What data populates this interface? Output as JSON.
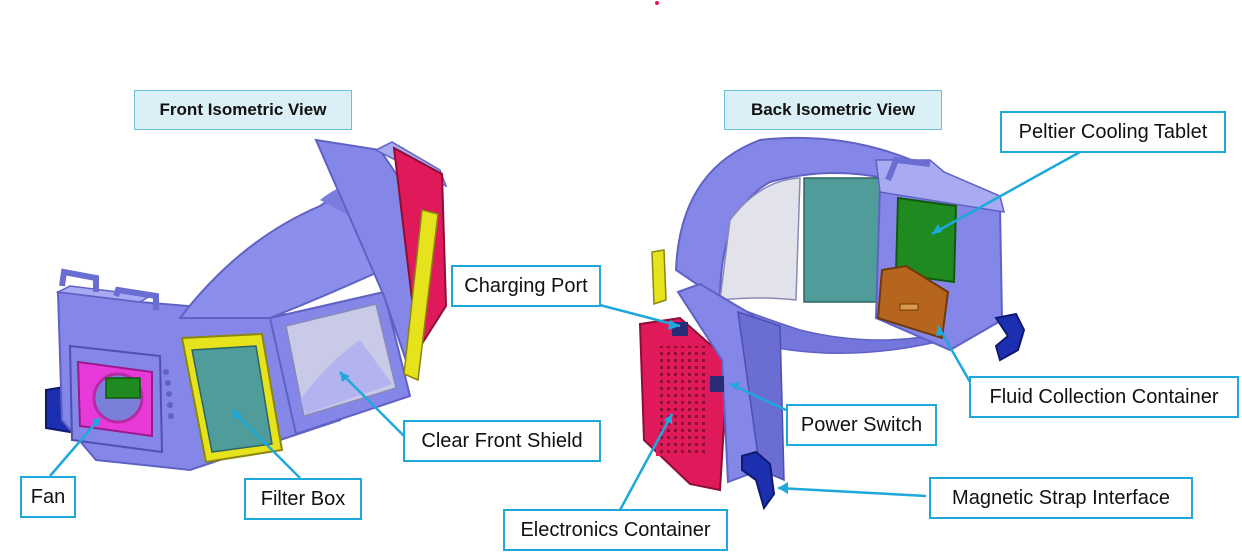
{
  "views": {
    "front": "Front Isometric View",
    "back": "Back Isometric View"
  },
  "callouts": {
    "fan": "Fan",
    "filter_box": "Filter Box",
    "clear_front_shield": "Clear Front Shield",
    "charging_port": "Charging Port",
    "peltier_cooling_tablet": "Peltier Cooling Tablet",
    "fluid_collection_container": "Fluid Collection Container",
    "power_switch": "Power Switch",
    "magnetic_strap_interface": "Magnetic Strap Interface",
    "electronics_container": "Electronics Container"
  },
  "colors": {
    "body": "#8486e8",
    "body_dark": "#5f62c4",
    "body_light": "#a9abf2",
    "filter_frame": "#e6e21c",
    "filter_panel": "#4f9c9a",
    "shield": "#c9c9e8",
    "electronics": "#e0195a",
    "fan": "#e83ad8",
    "peltier": "#1f8a1f",
    "fluid": "#b5651d",
    "strap": "#1c2fb0",
    "callout_border": "#1ea8db",
    "title_fill": "#dbeff6"
  }
}
